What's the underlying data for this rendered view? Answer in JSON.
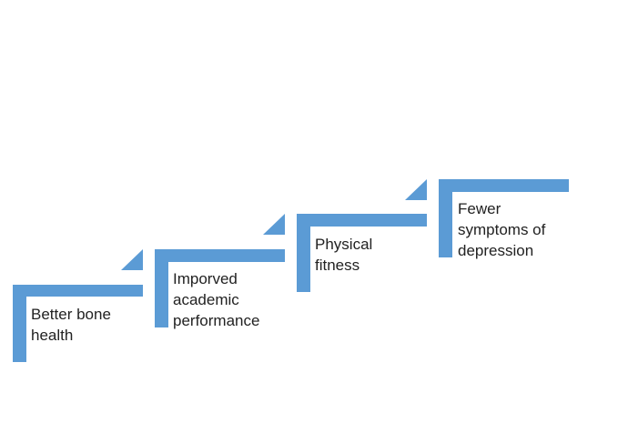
{
  "colors": {
    "shape": "#5b9bd5",
    "text": "#222222",
    "background": "#ffffff"
  },
  "steps": [
    {
      "label": "Better bone\nhealth"
    },
    {
      "label": "Imporved\nacademic\nperformance"
    },
    {
      "label": "Physical\nfitness"
    },
    {
      "label": "Fewer\nsymptoms of\ndepression"
    }
  ]
}
